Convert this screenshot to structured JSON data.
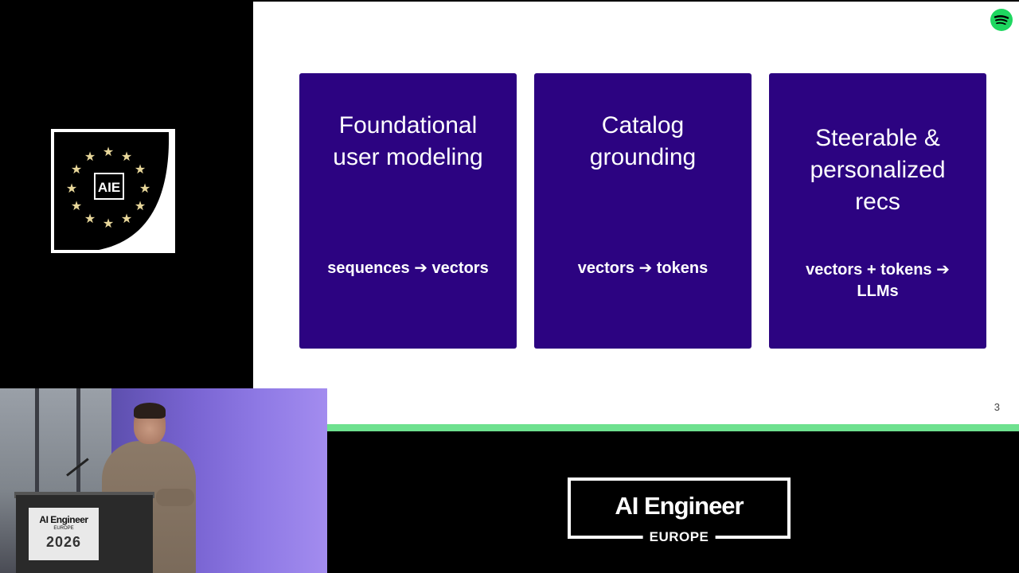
{
  "conference_logo": {
    "text": "AIE"
  },
  "slide": {
    "cards": [
      {
        "title": "Foundational\nuser modeling",
        "subtitle": "sequences ➔ vectors"
      },
      {
        "title": "Catalog\ngrounding",
        "subtitle": "vectors ➔ tokens"
      },
      {
        "title": "Steerable &\npersonalized\nrecs",
        "subtitle": "vectors + tokens ➔\nLLMs"
      }
    ],
    "page_number": "3",
    "brand_icon": "spotify-icon"
  },
  "camera": {
    "podium_brand": "AI Engineer",
    "podium_region": "EUROPE",
    "podium_year": "2026"
  },
  "event_brand": {
    "name": "AI Engineer",
    "region": "EUROPE"
  },
  "colors": {
    "card_bg": "#2c0381",
    "slide_accent": "#6ee18f",
    "spotify_green": "#1ed760",
    "logo_star": "#e8d79a"
  }
}
